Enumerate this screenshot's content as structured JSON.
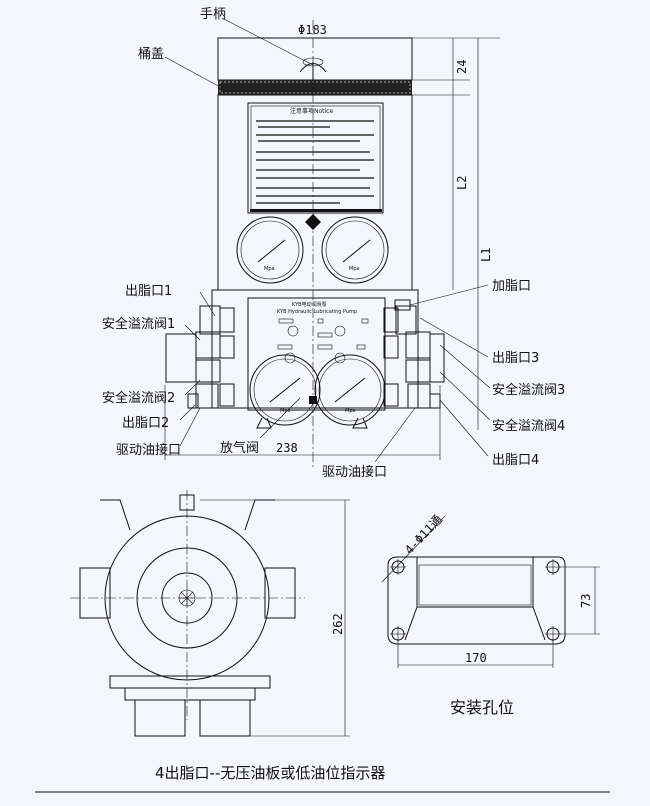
{
  "labels": {
    "handle": "手柄",
    "lid": "桶盖",
    "outlet1": "出脂口1",
    "relief1": "安全溢流阀1",
    "relief2": "安全溢流阀2",
    "outlet2": "出脂口2",
    "drive_port_left": "驱动油接口",
    "vent_valve": "放气阀",
    "drive_port_bottom": "驱动油接口",
    "fill_port": "加脂口",
    "outlet3": "出脂口3",
    "relief3": "安全溢流阀3",
    "relief4": "安全溢流阀4",
    "outlet4": "出脂口4",
    "mount_holes_title": "安装孔位",
    "caption": "4出脂口--无压油板或低油位指示器"
  },
  "dimensions": {
    "diameter": "Φ183",
    "lid_height": "24",
    "l2": "L2",
    "l1": "L1",
    "width": "238",
    "height": "262",
    "hole_spec": "4-Φ11通",
    "hole_spacing_x": "170",
    "hole_spacing_y": "73"
  },
  "notice_panel": {
    "title": "注意事项Notice"
  },
  "pump_panel": {
    "title_cn": "KYB电动润滑泵",
    "title_en": "KYB Hydraulic Lubricating Pump"
  },
  "gauge_unit": "Mpa"
}
